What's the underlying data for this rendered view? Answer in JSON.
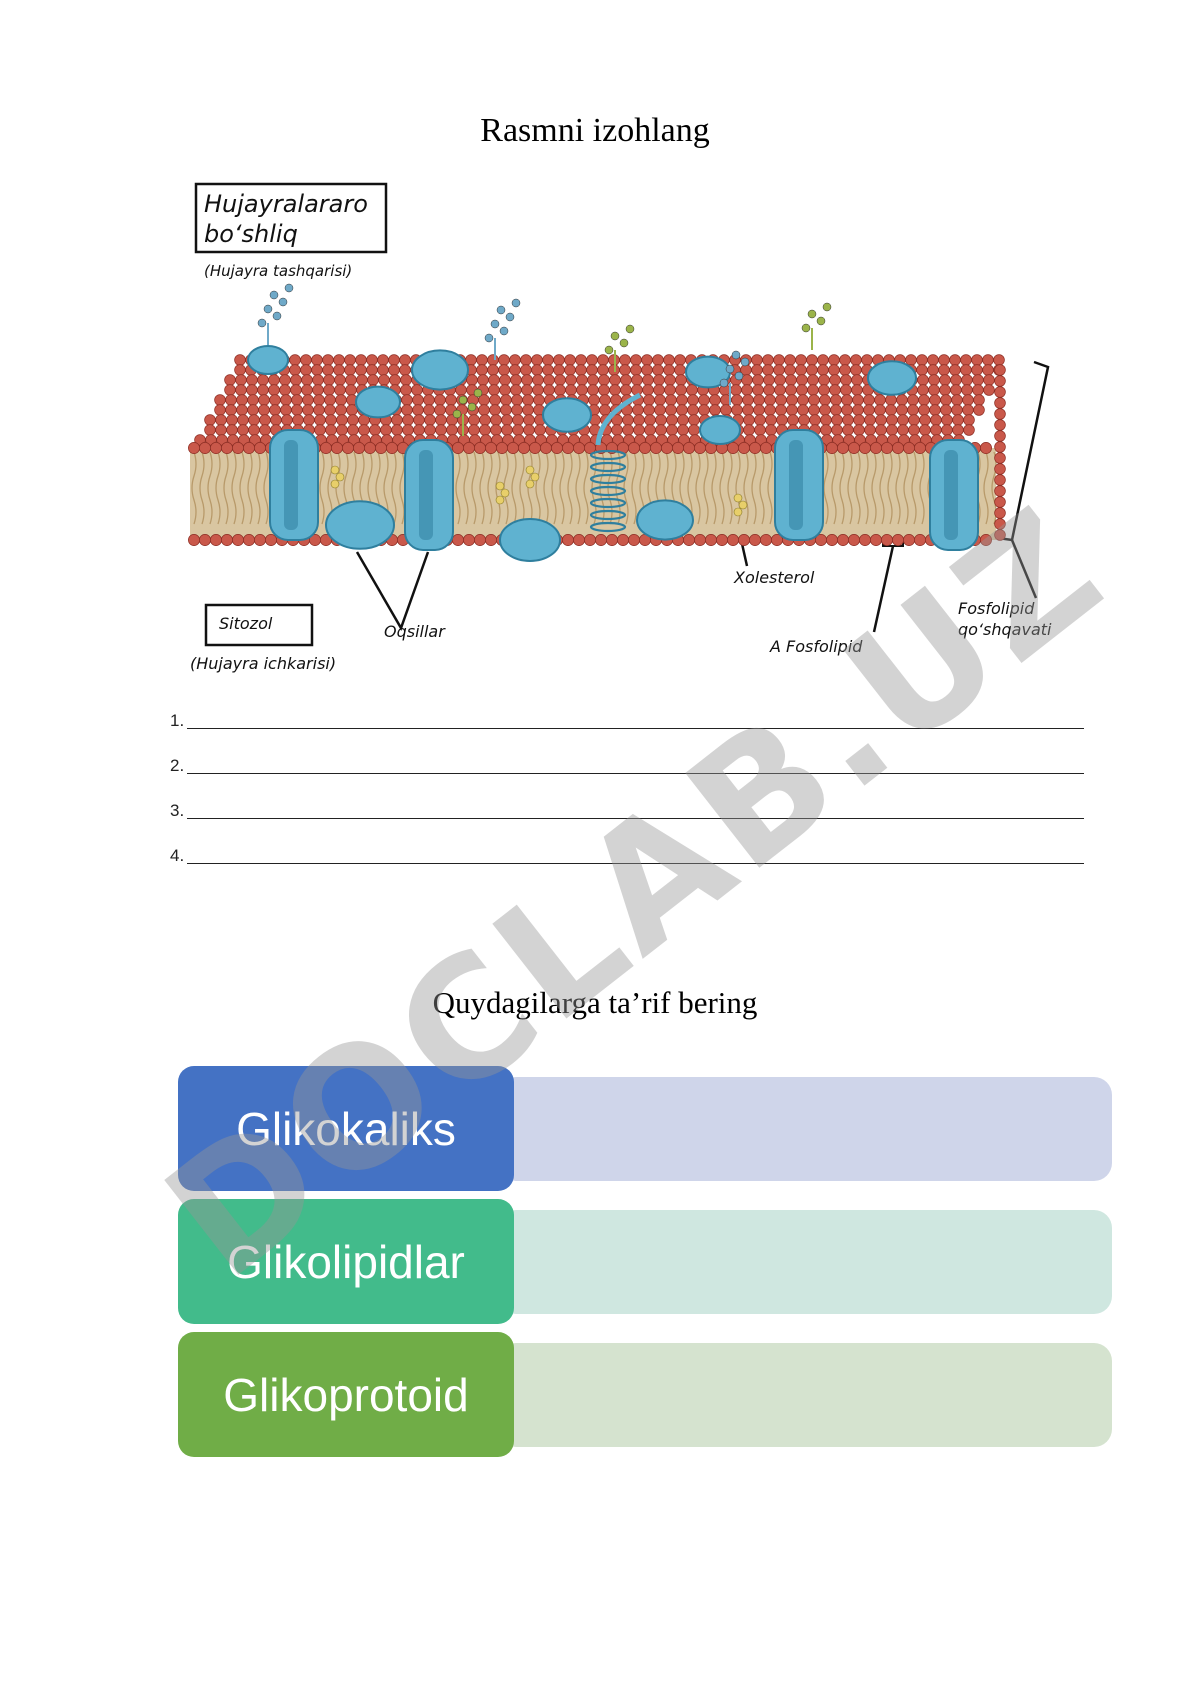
{
  "heading1": "Rasmni izohlang",
  "heading2": "Quydagilarga ta’rif bering",
  "diagram": {
    "label_outside_box": "Hujayralararo bo‘shliq",
    "label_outside_line1": "Hujayralararo",
    "label_outside_line2": "bo‘shliq",
    "label_outside_caption": "(Hujayra tashqarisi)",
    "label_cytosol": "Sitozol",
    "label_cytosol_caption": "(Hujayra ichkarisi)",
    "label_proteins": "Oqsillar",
    "label_cholesterol": "Xolesterol",
    "label_phospholipid": "A Fosfolipid",
    "label_bilayer_line1": "Fosfolipid",
    "label_bilayer_line2": "qo‘shqavati",
    "colors": {
      "head": "#c9584a",
      "protein": "#5fb2d0",
      "protein_dark": "#2f7f9e",
      "tail": "#b89a6a",
      "cholesterol": "#e8cf6a",
      "sugar_blue": "#6fa9c8",
      "sugar_green": "#9bb44a"
    }
  },
  "answer_lines": [
    {
      "num": "1."
    },
    {
      "num": "2."
    },
    {
      "num": "3."
    },
    {
      "num": "4."
    }
  ],
  "definitions": [
    {
      "label": "Glikokaliks",
      "color": "#4472c4",
      "box_color": "#cfd5ea"
    },
    {
      "label": "Glikolipidlar",
      "color": "#42bb8b",
      "box_color": "#cfe7e0"
    },
    {
      "label": "Glikoprotoid",
      "color": "#70ad47",
      "box_color": "#d5e3cf"
    }
  ],
  "watermark": "DOCLAB.UZ"
}
